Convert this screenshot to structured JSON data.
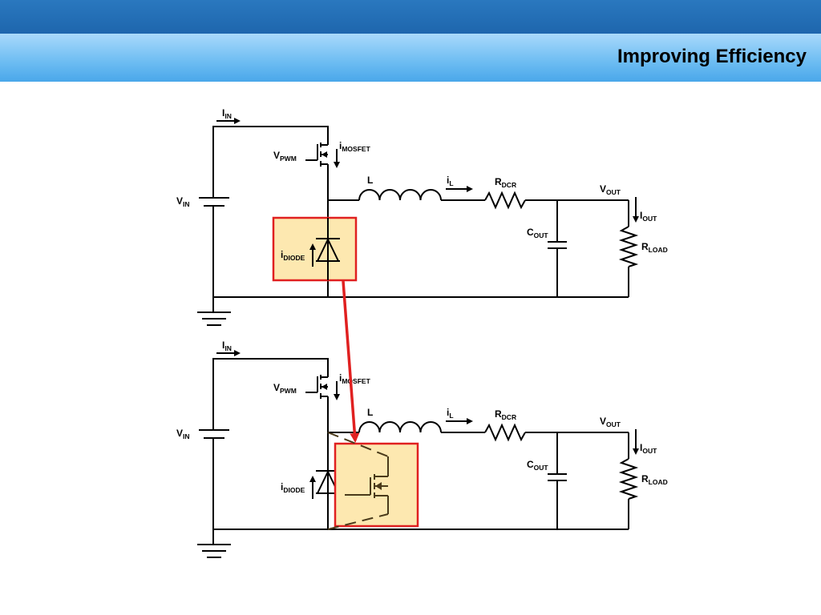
{
  "slide": {
    "title": "Improving Efficiency"
  },
  "colors": {
    "header_dark": "#1e66ad",
    "header_light": "#6cbcf2",
    "highlight_fill": "#fde8b0",
    "highlight_border": "#e02020",
    "arrow": "#e02020"
  },
  "circuit": {
    "labels": {
      "iin_main": "I",
      "iin_sub": "IN",
      "vin_main": "V",
      "vin_sub": "IN",
      "vpwm_main": "V",
      "vpwm_sub": "PWM",
      "imosfet_main": "i",
      "imosfet_sub": "MOSFET",
      "l": "L",
      "il_main": "i",
      "il_sub": "L",
      "rdcr_main": "R",
      "rdcr_sub": "DCR",
      "vout_main": "V",
      "vout_sub": "OUT",
      "iout_main": "I",
      "iout_sub": "OUT",
      "cout_main": "C",
      "cout_sub": "OUT",
      "rload_main": "R",
      "rload_sub": "LOAD",
      "idiode_main": "i",
      "idiode_sub": "DIODE"
    }
  }
}
